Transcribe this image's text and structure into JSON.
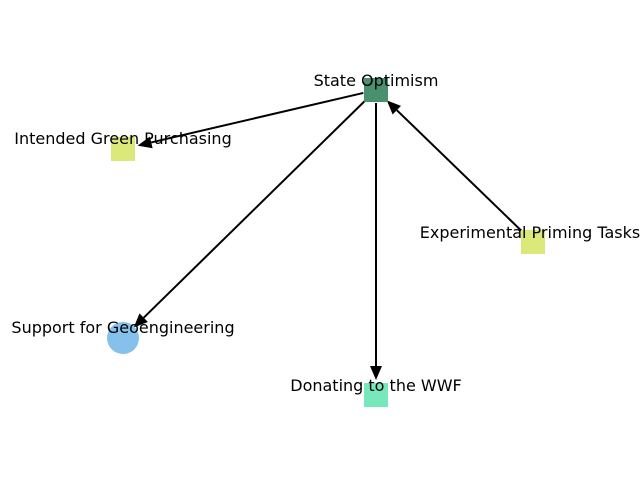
{
  "diagram": {
    "type": "directed-graph",
    "nodes": [
      {
        "id": "state-optimism",
        "label": "State Optimism",
        "shape": "square",
        "color": "#4a8f6e"
      },
      {
        "id": "intended-green-purchasing",
        "label": "Intended Green Purchasing",
        "shape": "square",
        "color": "#dbe97a"
      },
      {
        "id": "experimental-priming-tasks",
        "label": "Experimental Priming Tasks",
        "shape": "square",
        "color": "#dbe97a"
      },
      {
        "id": "support-for-geoengineering",
        "label": "Support for Geoengineering",
        "shape": "circle",
        "color": "#85c1ea"
      },
      {
        "id": "donating-to-the-wwf",
        "label": "Donating to the WWF",
        "shape": "square",
        "color": "#76e8bb"
      }
    ],
    "edges": [
      {
        "from": "state-optimism",
        "to": "intended-green-purchasing"
      },
      {
        "from": "state-optimism",
        "to": "support-for-geoengineering"
      },
      {
        "from": "state-optimism",
        "to": "donating-to-the-wwf"
      },
      {
        "from": "experimental-priming-tasks",
        "to": "state-optimism"
      }
    ]
  }
}
